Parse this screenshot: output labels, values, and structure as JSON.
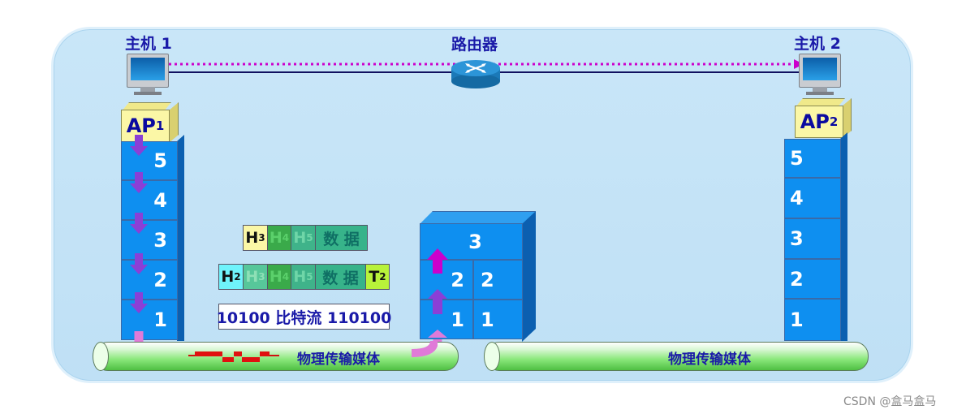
{
  "labels": {
    "host1": "主机 1",
    "router": "路由器",
    "host2": "主机 2",
    "ap1_main": "AP",
    "ap1_sub": "1",
    "ap2_main": "AP",
    "ap2_sub": "2",
    "medium_left": "物理传输媒体",
    "medium_right": "物理传输媒体",
    "watermark": "CSDN @盒马盒马"
  },
  "host1_layers": [
    "5",
    "4",
    "3",
    "2",
    "1"
  ],
  "host2_layers": [
    "5",
    "4",
    "3",
    "2",
    "1"
  ],
  "router_stack": {
    "top": "3",
    "row2": [
      "2",
      "2"
    ],
    "row3": [
      "1",
      "1"
    ]
  },
  "pdu_layer3": [
    {
      "main": "H",
      "sub": "3"
    },
    {
      "main": "H",
      "sub": "4"
    },
    {
      "main": "H",
      "sub": "5"
    },
    {
      "main": "数 据",
      "sub": ""
    }
  ],
  "pdu_layer2": [
    {
      "main": "H",
      "sub": "2"
    },
    {
      "main": "H",
      "sub": "3"
    },
    {
      "main": "H",
      "sub": "4"
    },
    {
      "main": "H",
      "sub": "5"
    },
    {
      "main": "数 据",
      "sub": ""
    },
    {
      "main": "T",
      "sub": "2"
    }
  ],
  "bitstream": "10100 比特流 110100",
  "colors": {
    "layer_face": "#0e8ff0",
    "layer_side": "#0b5fb0",
    "label_blue": "#1a1aa8",
    "arrow_purple": "#8b3fd6",
    "arrow_magenta": "#cc00cc",
    "flow_pink": "#e07ad8",
    "signal_red": "#e01010"
  },
  "icons": [
    "monitor-icon",
    "router-icon",
    "down-arrow-icon",
    "up-arrow-icon",
    "signal-waveform-icon"
  ]
}
